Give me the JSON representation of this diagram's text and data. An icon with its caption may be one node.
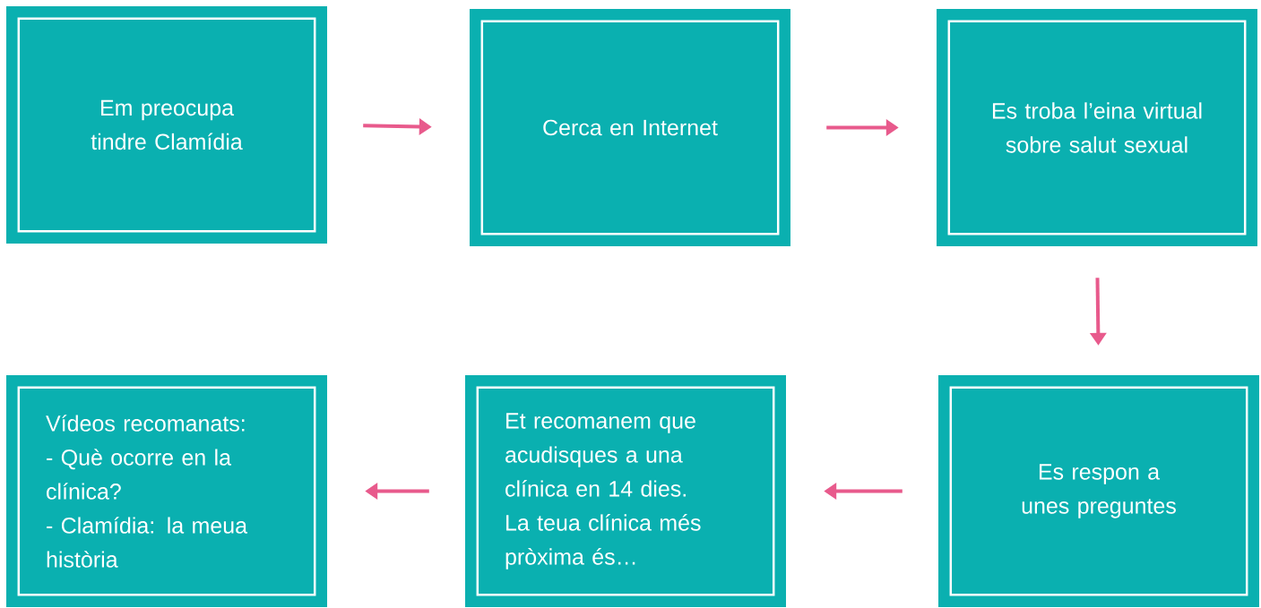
{
  "diagram": {
    "nodes": [
      {
        "text": [
          "Em preocupa tindre Clamídia"
        ]
      },
      {
        "text": [
          "Cerca en Internet"
        ]
      },
      {
        "text": [
          "Es troba l’eina virtual sobre salut sexual"
        ]
      },
      {
        "text": [
          "Es respon a unes preguntes"
        ]
      },
      {
        "text": [
          "Et recomanem que acudisques a una clínica en 14 dies. La teua clínica més pròxima és…"
        ]
      },
      {
        "text": [
          "Vídeos recomanats:",
          "- Què ocorre en la clínica?",
          "- Clamídia: la meua història"
        ]
      }
    ],
    "edges": [
      {
        "from": 0,
        "to": 1,
        "arrow": "to"
      },
      {
        "from": 1,
        "to": 2,
        "arrow": "to"
      },
      {
        "from": 2,
        "to": 3,
        "arrow": "to"
      },
      {
        "from": 3,
        "to": 4,
        "arrow": "to"
      },
      {
        "from": 4,
        "to": 5,
        "arrow": "to"
      }
    ]
  }
}
